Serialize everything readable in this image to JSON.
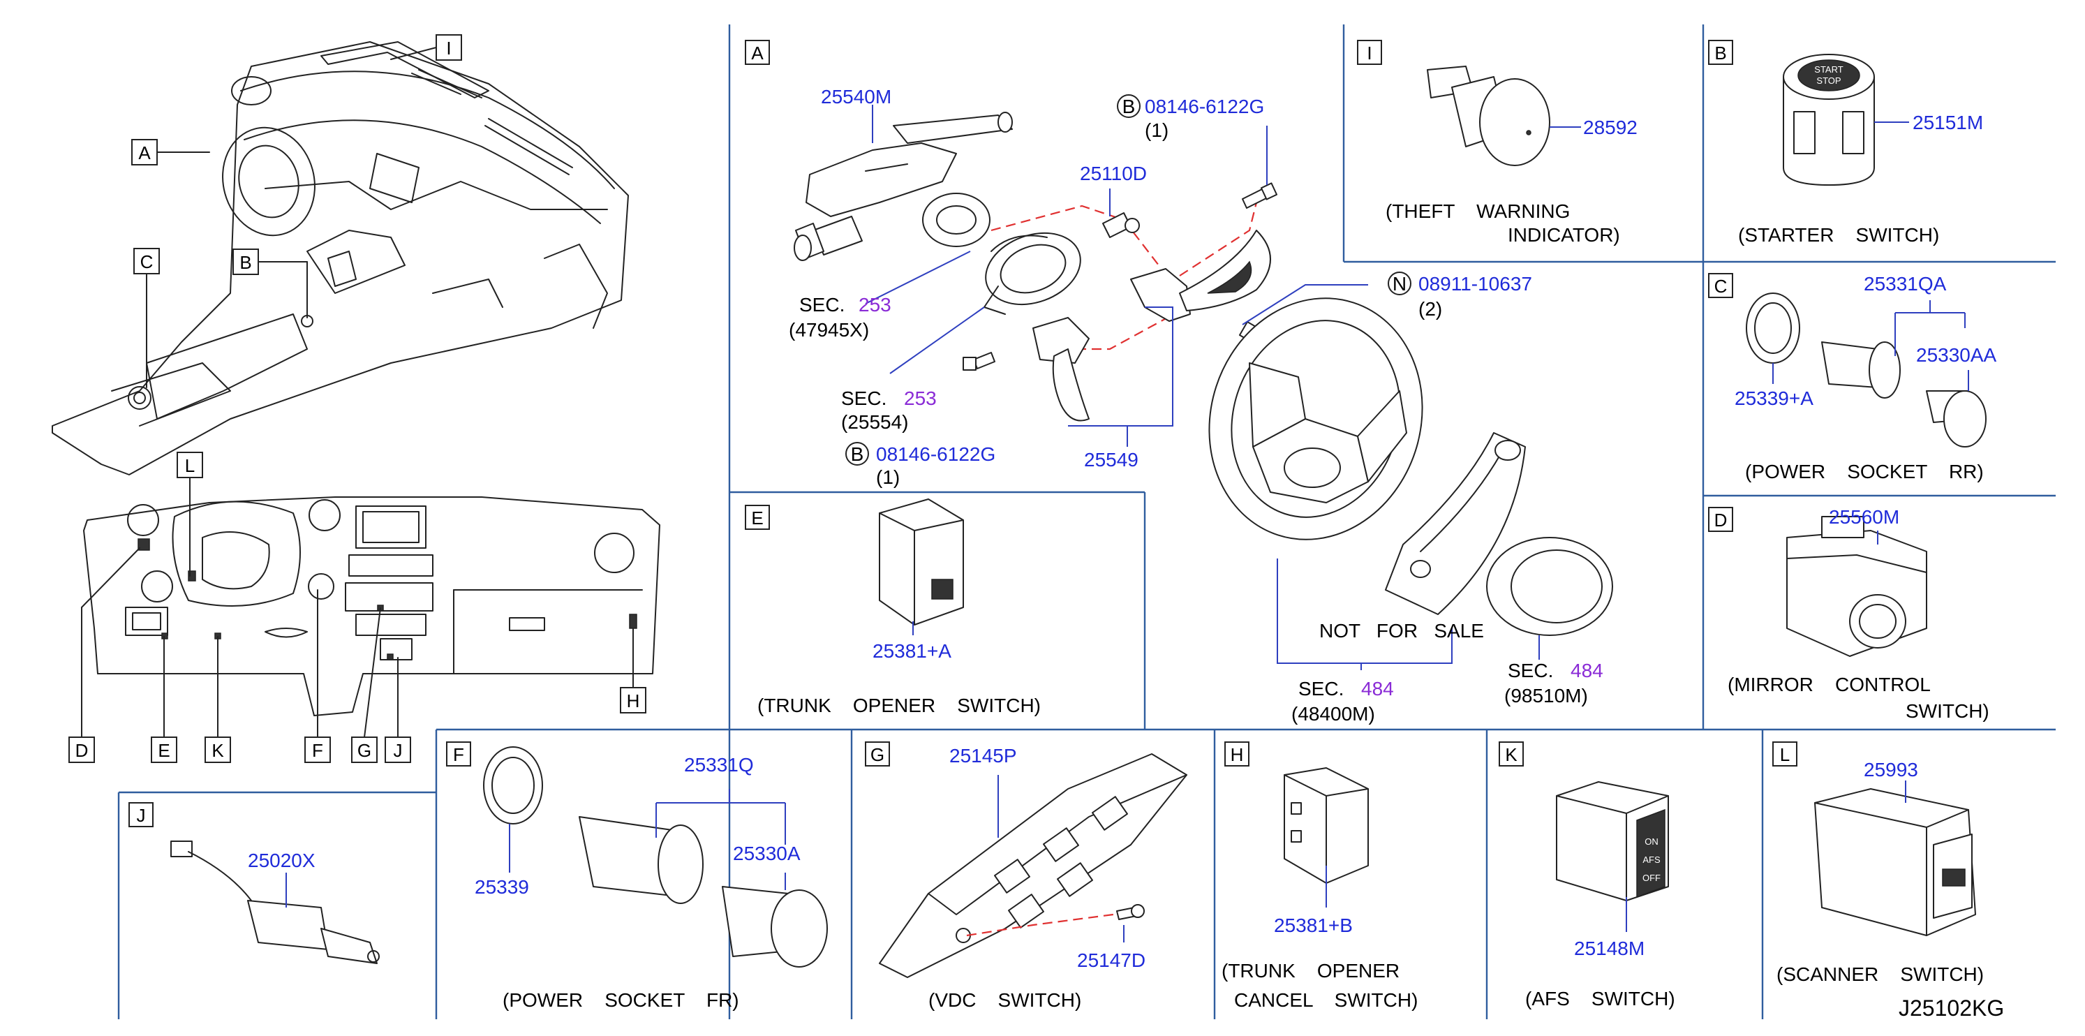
{
  "diagram_code": "J25102KG",
  "overview": {
    "top_callouts": [
      "I",
      "A",
      "C",
      "B"
    ],
    "bottom_callouts": [
      "L",
      "D",
      "E",
      "K",
      "F",
      "G",
      "J",
      "H"
    ]
  },
  "panels": {
    "A": {
      "letter": "A",
      "parts": {
        "p25540M": "25540M",
        "p25110D": "25110D",
        "bolt_top_prefix": "B",
        "bolt_top": "08146-6122G",
        "bolt_top_qty": "(1)",
        "nut_prefix": "N",
        "nut": "08911-10637",
        "nut_qty": "(2)",
        "sec1_label": "SEC.",
        "sec1_num": "253",
        "sec1_ref": "(47945X)",
        "sec2_label": "SEC.",
        "sec2_num": "253",
        "sec2_ref": "(25554)",
        "bolt_bottom_prefix": "B",
        "bolt_bottom": "08146-6122G",
        "bolt_bottom_qty": "(1)",
        "p25549": "25549",
        "not_for_sale": "NOT   FOR   SALE",
        "sec3_label": "SEC.",
        "sec3_num": "484",
        "sec3_ref": "(48400M)",
        "sec4_label": "SEC.",
        "sec4_num": "484",
        "sec4_ref": "(98510M)"
      }
    },
    "I": {
      "letter": "I",
      "part": "28592",
      "caption_line1": "(THEFT    WARNING",
      "caption_line2": "INDICATOR)"
    },
    "B": {
      "letter": "B",
      "part": "25151M",
      "caption": "(STARTER    SWITCH)",
      "button_text_1": "START",
      "button_text_2": "STOP"
    },
    "C": {
      "letter": "C",
      "part_top": "25331QA",
      "part_right": "25330AA",
      "part_left": "25339+A",
      "caption": "(POWER    SOCKET    RR)"
    },
    "D": {
      "letter": "D",
      "part": "25560M",
      "caption_line1": "(MIRROR    CONTROL",
      "caption_line2": "SWITCH)"
    },
    "E": {
      "letter": "E",
      "part": "25381+A",
      "caption": "(TRUNK    OPENER    SWITCH)"
    },
    "J": {
      "letter": "J",
      "part": "25020X"
    },
    "F": {
      "letter": "F",
      "part_top": "25331Q",
      "part_left": "25339",
      "part_right": "25330A",
      "caption": "(POWER    SOCKET    FR)"
    },
    "G": {
      "letter": "G",
      "part_top": "25145P",
      "part_bottom": "25147D",
      "caption": "(VDC    SWITCH)"
    },
    "H": {
      "letter": "H",
      "part": "25381+B",
      "caption_line1": "(TRUNK    OPENER",
      "caption_line2": "CANCEL    SWITCH)"
    },
    "K": {
      "letter": "K",
      "part": "25148M",
      "caption": "(AFS    SWITCH)",
      "switch_on": "ON",
      "switch_afs": "AFS",
      "switch_off": "OFF"
    },
    "L": {
      "letter": "L",
      "part": "25993",
      "caption": "(SCANNER    SWITCH)"
    }
  },
  "colors": {
    "part_number": "#1f2bd9",
    "section_number": "#8a2bd6",
    "frame_line": "#2f5d9e",
    "dashed_line": "#e03030"
  }
}
